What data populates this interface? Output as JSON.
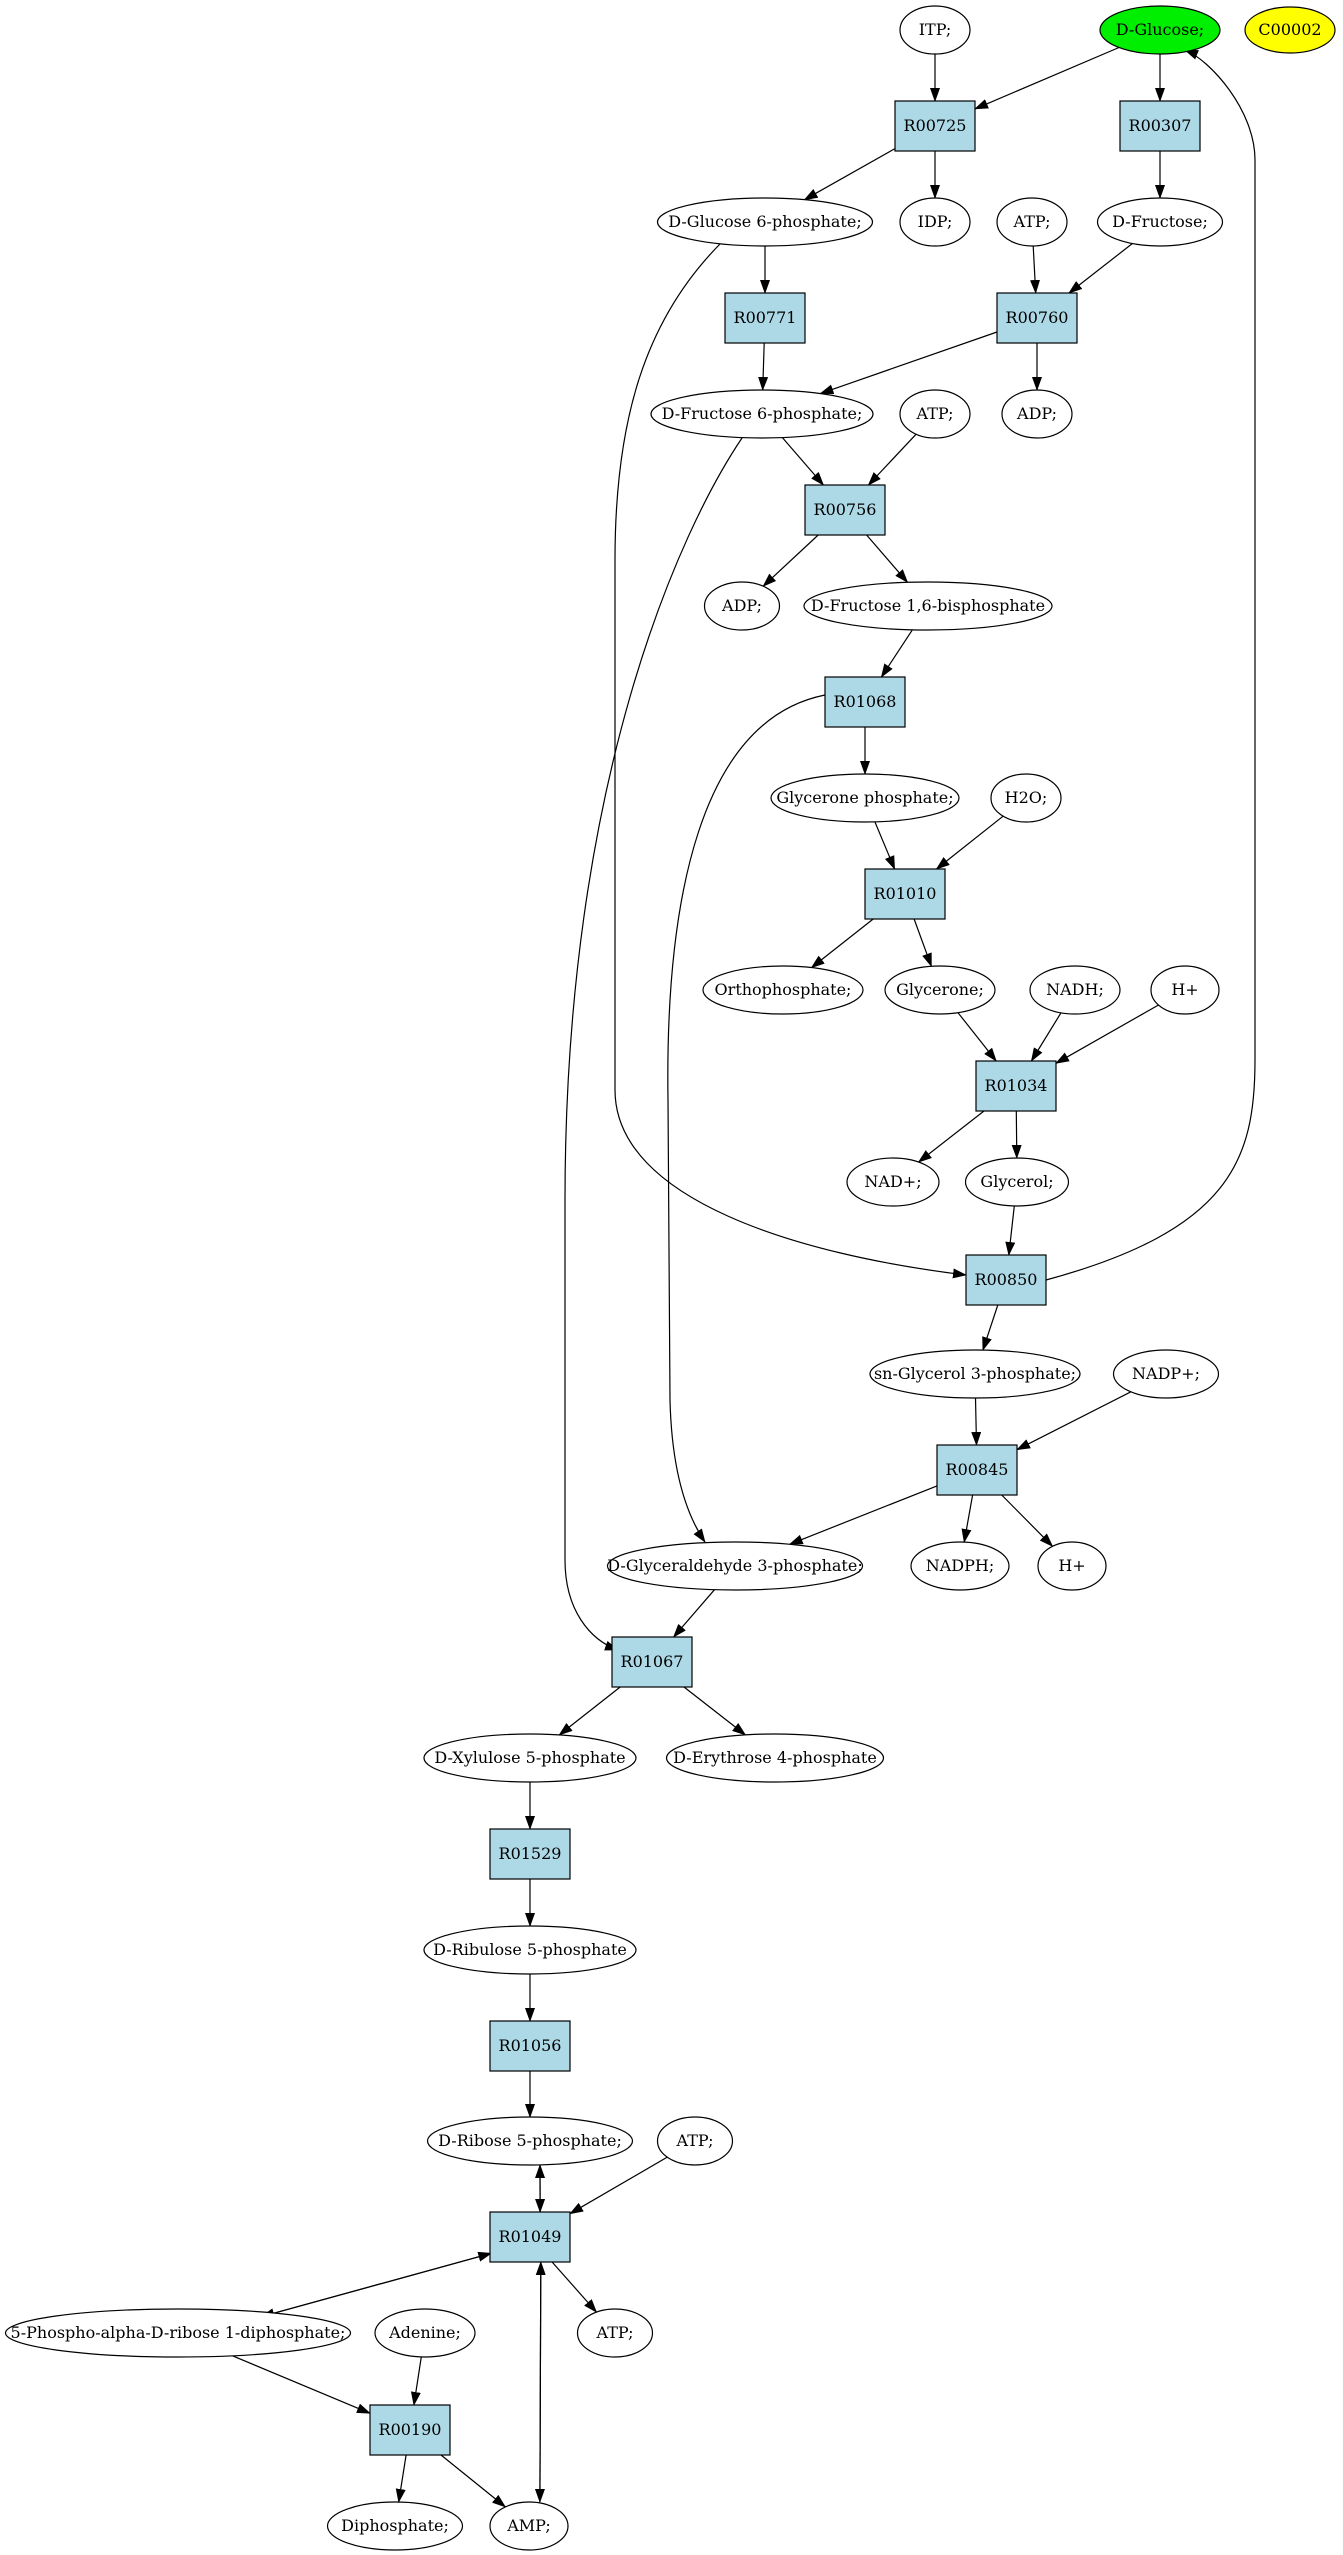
{
  "colors": {
    "reaction_fill": "#add8e6",
    "compound_fill": "#ffffff",
    "highlight_green": "#00ee00",
    "highlight_yellow": "#ffff00",
    "stroke": "#000000"
  },
  "nodes": [
    {
      "id": "itp",
      "kind": "compound",
      "label": "ITP;"
    },
    {
      "id": "glucose",
      "kind": "compound",
      "label": "D-Glucose;",
      "fill": "green"
    },
    {
      "id": "c00002",
      "kind": "compound",
      "label": "C00002",
      "fill": "yellow"
    },
    {
      "id": "r00725",
      "kind": "reaction",
      "label": "R00725"
    },
    {
      "id": "r00307",
      "kind": "reaction",
      "label": "R00307"
    },
    {
      "id": "g6p",
      "kind": "compound",
      "label": "D-Glucose 6-phosphate;"
    },
    {
      "id": "idp",
      "kind": "compound",
      "label": "IDP;"
    },
    {
      "id": "atp1",
      "kind": "compound",
      "label": "ATP;"
    },
    {
      "id": "fructose",
      "kind": "compound",
      "label": "D-Fructose;"
    },
    {
      "id": "r00771",
      "kind": "reaction",
      "label": "R00771"
    },
    {
      "id": "r00760",
      "kind": "reaction",
      "label": "R00760"
    },
    {
      "id": "f6p",
      "kind": "compound",
      "label": "D-Fructose 6-phosphate;"
    },
    {
      "id": "atp2",
      "kind": "compound",
      "label": "ATP;"
    },
    {
      "id": "adp1",
      "kind": "compound",
      "label": "ADP;"
    },
    {
      "id": "r00756",
      "kind": "reaction",
      "label": "R00756"
    },
    {
      "id": "adp2",
      "kind": "compound",
      "label": "ADP;"
    },
    {
      "id": "fbp",
      "kind": "compound",
      "label": "D-Fructose 1,6-bisphosphate"
    },
    {
      "id": "r01068",
      "kind": "reaction",
      "label": "R01068"
    },
    {
      "id": "glyp",
      "kind": "compound",
      "label": "Glycerone phosphate;"
    },
    {
      "id": "h2o",
      "kind": "compound",
      "label": "H2O;"
    },
    {
      "id": "r01010",
      "kind": "reaction",
      "label": "R01010"
    },
    {
      "id": "ortho",
      "kind": "compound",
      "label": "Orthophosphate;"
    },
    {
      "id": "glycerone",
      "kind": "compound",
      "label": "Glycerone;"
    },
    {
      "id": "nadh",
      "kind": "compound",
      "label": "NADH;"
    },
    {
      "id": "hplus1",
      "kind": "compound",
      "label": "H+"
    },
    {
      "id": "r01034",
      "kind": "reaction",
      "label": "R01034"
    },
    {
      "id": "nadplus",
      "kind": "compound",
      "label": "NAD+;"
    },
    {
      "id": "glycerol",
      "kind": "compound",
      "label": "Glycerol;"
    },
    {
      "id": "r00850",
      "kind": "reaction",
      "label": "R00850"
    },
    {
      "id": "sng3p",
      "kind": "compound",
      "label": "sn-Glycerol 3-phosphate;"
    },
    {
      "id": "nadpplus",
      "kind": "compound",
      "label": "NADP+;"
    },
    {
      "id": "r00845",
      "kind": "reaction",
      "label": "R00845"
    },
    {
      "id": "gap",
      "kind": "compound",
      "label": "D-Glyceraldehyde 3-phosphate;"
    },
    {
      "id": "nadph",
      "kind": "compound",
      "label": "NADPH;"
    },
    {
      "id": "hplus2",
      "kind": "compound",
      "label": "H+"
    },
    {
      "id": "r01067",
      "kind": "reaction",
      "label": "R01067"
    },
    {
      "id": "xu5p",
      "kind": "compound",
      "label": "D-Xylulose 5-phosphate"
    },
    {
      "id": "e4p",
      "kind": "compound",
      "label": "D-Erythrose 4-phosphate"
    },
    {
      "id": "r01529",
      "kind": "reaction",
      "label": "R01529"
    },
    {
      "id": "ru5p",
      "kind": "compound",
      "label": "D-Ribulose 5-phosphate"
    },
    {
      "id": "r01056",
      "kind": "reaction",
      "label": "R01056"
    },
    {
      "id": "r5p",
      "kind": "compound",
      "label": "D-Ribose 5-phosphate;"
    },
    {
      "id": "atp3",
      "kind": "compound",
      "label": "ATP;"
    },
    {
      "id": "r01049",
      "kind": "reaction",
      "label": "R01049"
    },
    {
      "id": "prpp",
      "kind": "compound",
      "label": "5-Phospho-alpha-D-ribose 1-diphosphate;"
    },
    {
      "id": "adenine",
      "kind": "compound",
      "label": "Adenine;"
    },
    {
      "id": "atp4",
      "kind": "compound",
      "label": "ATP;"
    },
    {
      "id": "r00190",
      "kind": "reaction",
      "label": "R00190"
    },
    {
      "id": "diphosphate",
      "kind": "compound",
      "label": "Diphosphate;"
    },
    {
      "id": "amp",
      "kind": "compound",
      "label": "AMP;"
    }
  ],
  "edges": [
    [
      "itp",
      "r00725"
    ],
    [
      "glucose",
      "r00725"
    ],
    [
      "glucose",
      "r00307"
    ],
    [
      "r00725",
      "g6p"
    ],
    [
      "r00725",
      "idp"
    ],
    [
      "r00307",
      "fructose"
    ],
    [
      "g6p",
      "r00771"
    ],
    [
      "atp1",
      "r00760"
    ],
    [
      "fructose",
      "r00760"
    ],
    [
      "r00771",
      "f6p"
    ],
    [
      "r00760",
      "f6p"
    ],
    [
      "r00760",
      "adp1"
    ],
    [
      "f6p",
      "r00756"
    ],
    [
      "atp2",
      "r00756"
    ],
    [
      "r00756",
      "adp2"
    ],
    [
      "r00756",
      "fbp"
    ],
    [
      "fbp",
      "r01068"
    ],
    [
      "r01068",
      "glyp"
    ],
    [
      "r01068",
      "gap"
    ],
    [
      "glyp",
      "r01010"
    ],
    [
      "h2o",
      "r01010"
    ],
    [
      "r01010",
      "ortho"
    ],
    [
      "r01010",
      "glycerone"
    ],
    [
      "glycerone",
      "r01034"
    ],
    [
      "nadh",
      "r01034"
    ],
    [
      "hplus1",
      "r01034"
    ],
    [
      "r01034",
      "nadplus"
    ],
    [
      "r01034",
      "glycerol"
    ],
    [
      "glycerol",
      "r00850"
    ],
    [
      "g6p",
      "r00850"
    ],
    [
      "r00850",
      "glucose"
    ],
    [
      "r00850",
      "sng3p"
    ],
    [
      "sng3p",
      "r00845"
    ],
    [
      "nadpplus",
      "r00845"
    ],
    [
      "r00845",
      "gap"
    ],
    [
      "r00845",
      "nadph"
    ],
    [
      "r00845",
      "hplus2"
    ],
    [
      "gap",
      "r01067"
    ],
    [
      "f6p",
      "r01067"
    ],
    [
      "r01067",
      "xu5p"
    ],
    [
      "r01067",
      "e4p"
    ],
    [
      "xu5p",
      "r01529"
    ],
    [
      "r01529",
      "ru5p"
    ],
    [
      "ru5p",
      "r01056"
    ],
    [
      "r01056",
      "r5p"
    ],
    [
      "r5p",
      "r01049"
    ],
    [
      "r01049",
      "r5p"
    ],
    [
      "atp3",
      "r01049"
    ],
    [
      "r01049",
      "prpp"
    ],
    [
      "prpp",
      "r01049"
    ],
    [
      "r01049",
      "atp4"
    ],
    [
      "r01049",
      "amp"
    ],
    [
      "amp",
      "r01049"
    ],
    [
      "prpp",
      "r00190"
    ],
    [
      "adenine",
      "r00190"
    ],
    [
      "r00190",
      "diphosphate"
    ],
    [
      "r00190",
      "amp"
    ]
  ]
}
